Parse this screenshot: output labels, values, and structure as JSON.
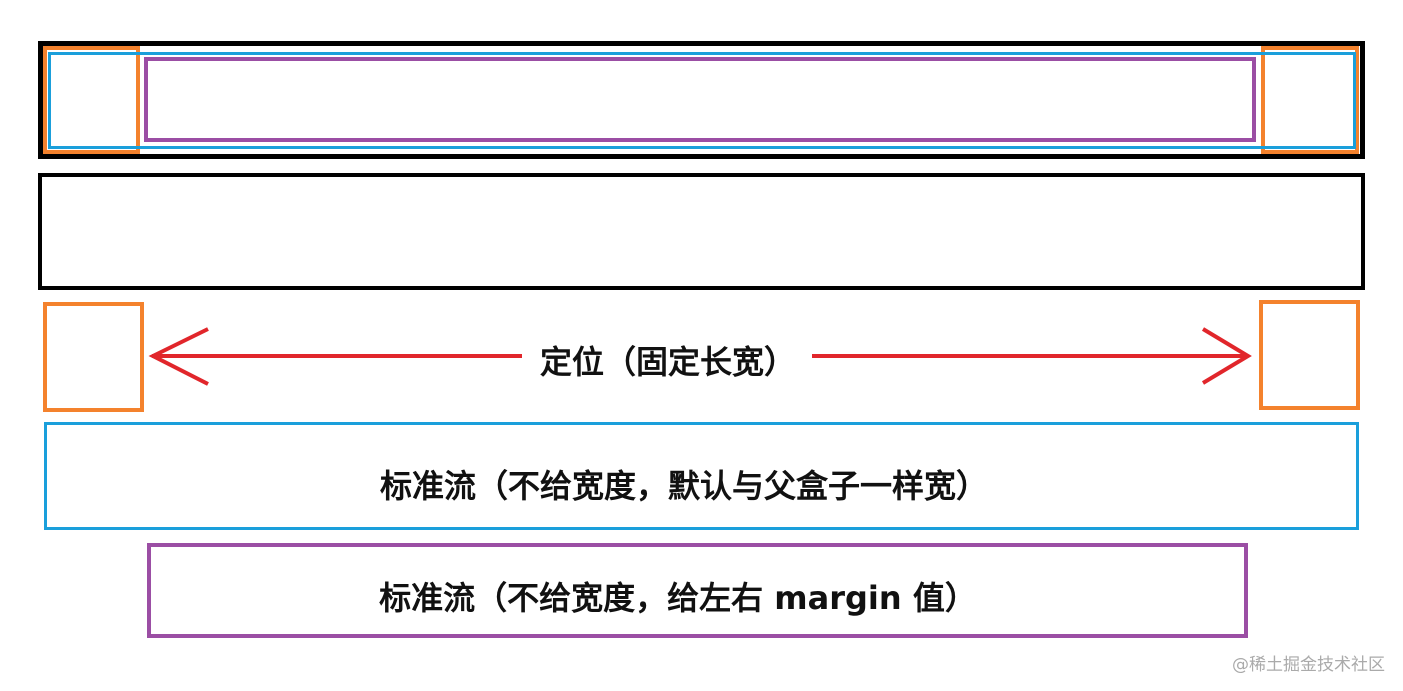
{
  "colors": {
    "black": "#000000",
    "orange": "#f4822d",
    "blue": "#1a9fdb",
    "purple": "#9b4ea4",
    "red": "#e1262b"
  },
  "labels": {
    "positioned": "定位（固定长宽）",
    "standard_flow_full": "标准流（不给宽度，默认与父盒子一样宽）",
    "standard_flow_margin": "标准流（不给宽度，给左右 margin 值）"
  },
  "watermark": "@稀土掘金技术社区"
}
